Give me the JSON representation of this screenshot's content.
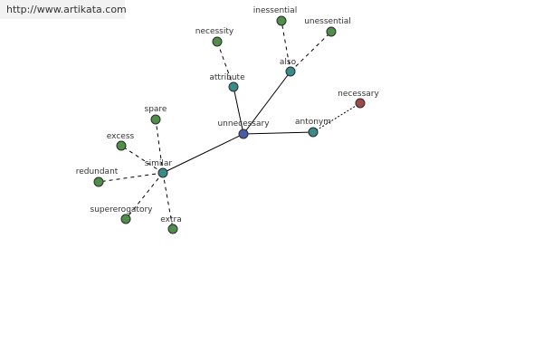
{
  "header": {
    "url": "http://www.artikata.com"
  },
  "colors": {
    "center": "#4a5aa8",
    "relation": "#3a8a8a",
    "leaf": "#4f8f4a",
    "antonym_leaf": "#a14a45"
  },
  "graph": {
    "nodes": [
      {
        "id": "unnecessary",
        "label": "unnecessary",
        "kind": "center"
      },
      {
        "id": "similar",
        "label": "similar",
        "kind": "relation"
      },
      {
        "id": "attribute",
        "label": "attribute",
        "kind": "relation"
      },
      {
        "id": "also",
        "label": "also",
        "kind": "relation"
      },
      {
        "id": "antonym",
        "label": "antonym",
        "kind": "relation"
      },
      {
        "id": "spare",
        "label": "spare",
        "kind": "leaf"
      },
      {
        "id": "excess",
        "label": "excess",
        "kind": "leaf"
      },
      {
        "id": "redundant",
        "label": "redundant",
        "kind": "leaf"
      },
      {
        "id": "supererogatory",
        "label": "supererogatory",
        "kind": "leaf"
      },
      {
        "id": "extra",
        "label": "extra",
        "kind": "leaf"
      },
      {
        "id": "necessity",
        "label": "necessity",
        "kind": "leaf"
      },
      {
        "id": "inessential",
        "label": "inessential",
        "kind": "leaf"
      },
      {
        "id": "unessential",
        "label": "unessential",
        "kind": "leaf"
      },
      {
        "id": "necessary",
        "label": "necessary",
        "kind": "antonym_leaf"
      }
    ],
    "edges": [
      {
        "from": "unnecessary",
        "to": "similar",
        "style": "solid"
      },
      {
        "from": "unnecessary",
        "to": "attribute",
        "style": "solid"
      },
      {
        "from": "unnecessary",
        "to": "also",
        "style": "solid"
      },
      {
        "from": "unnecessary",
        "to": "antonym",
        "style": "solid"
      },
      {
        "from": "similar",
        "to": "spare",
        "style": "dashed"
      },
      {
        "from": "similar",
        "to": "excess",
        "style": "dashed"
      },
      {
        "from": "similar",
        "to": "redundant",
        "style": "dashed"
      },
      {
        "from": "similar",
        "to": "supererogatory",
        "style": "dashed"
      },
      {
        "from": "similar",
        "to": "extra",
        "style": "dashed"
      },
      {
        "from": "attribute",
        "to": "necessity",
        "style": "dashed"
      },
      {
        "from": "also",
        "to": "inessential",
        "style": "dashed"
      },
      {
        "from": "also",
        "to": "unessential",
        "style": "dashed"
      },
      {
        "from": "antonym",
        "to": "necessary",
        "style": "dotted"
      }
    ]
  }
}
